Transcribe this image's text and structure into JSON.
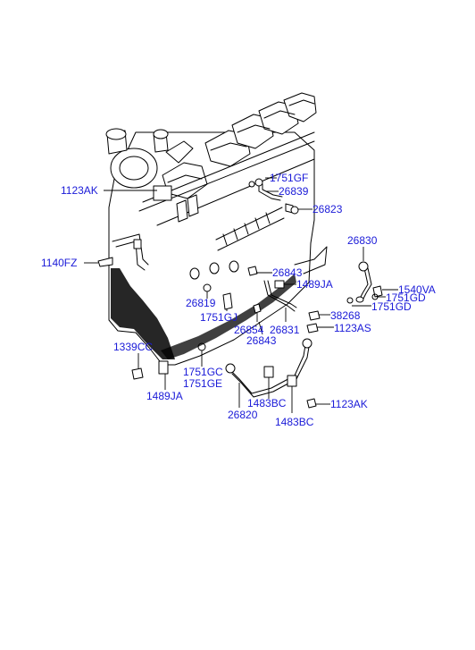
{
  "labels": [
    "1751GF",
    "26839",
    "1123AK",
    "26823",
    "26830",
    "1140FZ",
    "26843",
    "1489JA",
    "1540VA",
    "1751GD",
    "26819",
    "1751GD",
    "1751GJ",
    "38268",
    "26854",
    "26831",
    "1123AS",
    "26843",
    "1339CC",
    "1751GC",
    "1751GE",
    "1489JA",
    "1483BC",
    "26820",
    "1123AK",
    "1483BC"
  ]
}
